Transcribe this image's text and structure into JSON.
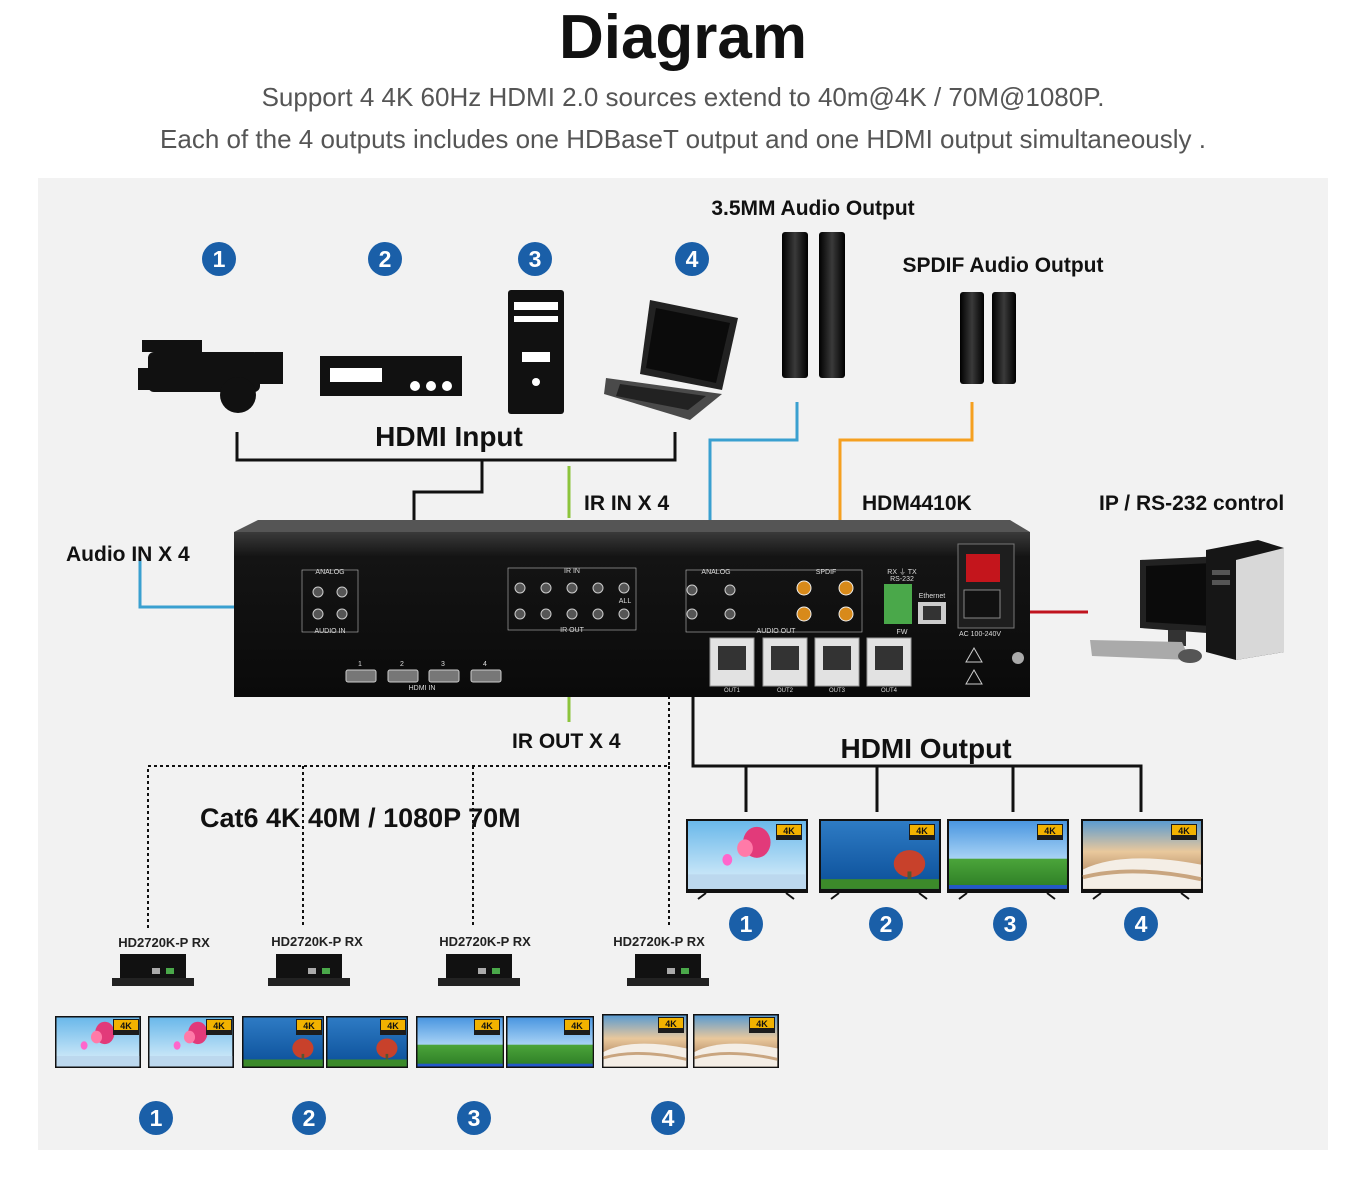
{
  "header": {
    "title": "Diagram",
    "subtitle1": "Support  4  4K  60Hz HDMI 2.0 sources extend to 40m@4K / 70M@1080P.",
    "subtitle2": "Each of the 4 outputs includes one HDBaseT output and one HDMI output simultaneously ."
  },
  "labels": {
    "audio_35mm": "3.5MM Audio Output",
    "spdif": "SPDIF Audio Output",
    "hdmi_input": "HDMI Input",
    "ir_in": "IR IN X 4",
    "model": "HDM4410K",
    "ip_control": "IP / RS-232 control",
    "audio_in": "Audio IN X 4",
    "ir_out": "IR OUT X 4",
    "hdmi_output": "HDMI Output",
    "cat6": "Cat6 4K 40M / 1080P 70M"
  },
  "source_numbers": [
    "1",
    "2",
    "3",
    "4"
  ],
  "output_numbers": [
    "1",
    "2",
    "3",
    "4"
  ],
  "receiver_numbers": [
    "1",
    "2",
    "3",
    "4"
  ],
  "receivers": [
    "HD2720K-P RX",
    "HD2720K-P RX",
    "HD2720K-P RX",
    "HD2720K-P RX"
  ],
  "device_panel": {
    "analog": "ANALOG",
    "audio_in": "AUDIO IN",
    "ir_in": "IR IN",
    "ir_out": "IR OUT",
    "all": "ALL",
    "audio_out": "AUDIO OUT",
    "spdif": "SPDIF",
    "rs232": "RS-232",
    "rx_tx": "RX ⏚ TX",
    "ethernet": "Ethernet",
    "fw": "FW",
    "ac": "AC 100-240V",
    "hdmi_in": "HDMI IN",
    "out_ports": [
      "OUT1",
      "OUT2",
      "OUT3",
      "OUT4"
    ],
    "hdmi_ports": [
      "1",
      "2",
      "3",
      "4"
    ]
  },
  "colors": {
    "badge": "#1a5fa8",
    "line_blue": "#3aa0d0",
    "line_orange": "#f5a020",
    "line_green": "#8cc43c",
    "line_red": "#c0141e"
  }
}
